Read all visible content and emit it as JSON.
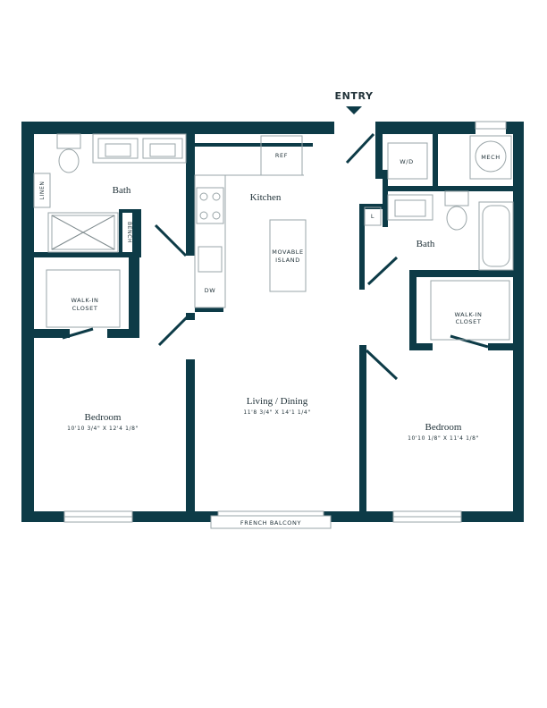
{
  "entry": {
    "label": "ENTRY"
  },
  "rooms": {
    "bath_left": "Bath",
    "linen": "LINEN",
    "bench": "BENCH",
    "walkin_left": [
      "WALK-IN",
      "CLOSET"
    ],
    "bedroom_left": {
      "name": "Bedroom",
      "dims": "10'10 3/4\" X 12'4 1/8\""
    },
    "kitchen": "Kitchen",
    "ref": "REF",
    "island": [
      "MOVABLE",
      "ISLAND"
    ],
    "dw": "DW",
    "living": {
      "name": "Living / Dining",
      "dims": "11'8 3/4\" X 14'1 1/4\""
    },
    "wd": "W/D",
    "mech": "MECH",
    "l": "L",
    "bath_right": "Bath",
    "walkin_right": [
      "WALK-IN",
      "CLOSET"
    ],
    "bedroom_right": {
      "name": "Bedroom",
      "dims": "10'10 1/8\" X 11'4 1/8\""
    },
    "french_balcony": "FRENCH BALCONY"
  },
  "colors": {
    "wall": "#0d3b47",
    "fixture": "#9aa5a8",
    "text": "#22333a"
  },
  "icons": [
    "entry-arrow-icon"
  ]
}
